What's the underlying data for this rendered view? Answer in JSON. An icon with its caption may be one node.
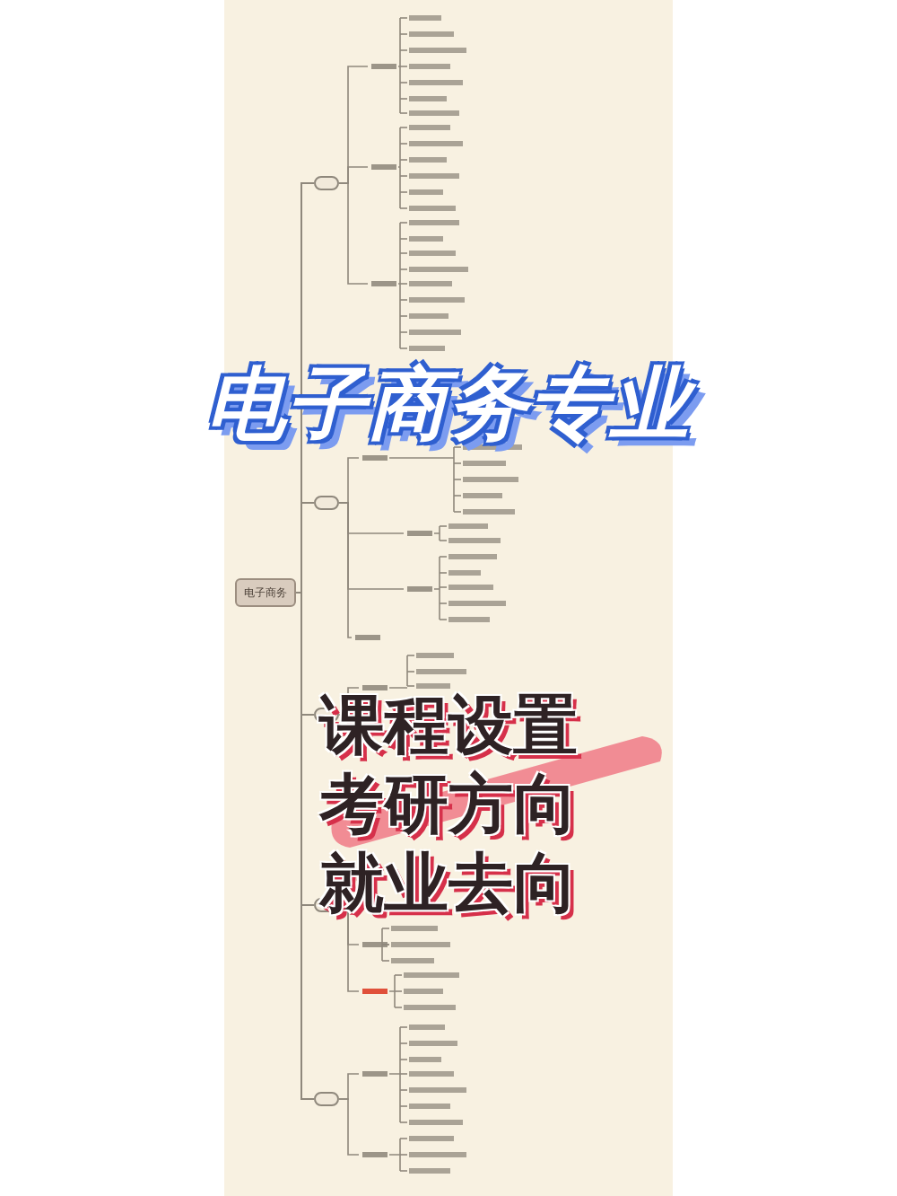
{
  "diagram": {
    "title": "电子商务专业",
    "nodes": [
      {
        "text": [
          "电子商务"
        ]
      },
      {
        "text": [],
        "shape": "box"
      },
      {
        "text": [],
        "shape": "box"
      },
      {
        "text": [],
        "shape": "box"
      },
      {
        "text": [],
        "shape": "box"
      },
      {
        "text": [],
        "shape": "box"
      }
    ],
    "edges": [
      {
        "from": 0,
        "to": 1,
        "arrow": "none"
      },
      {
        "from": 0,
        "to": 2,
        "arrow": "none"
      },
      {
        "from": 0,
        "to": 3,
        "arrow": "none"
      },
      {
        "from": 0,
        "to": 4,
        "arrow": "none"
      },
      {
        "from": 0,
        "to": 5,
        "arrow": "none"
      }
    ],
    "labels": [
      "课程设置",
      "考研方向",
      "就业去向"
    ]
  }
}
